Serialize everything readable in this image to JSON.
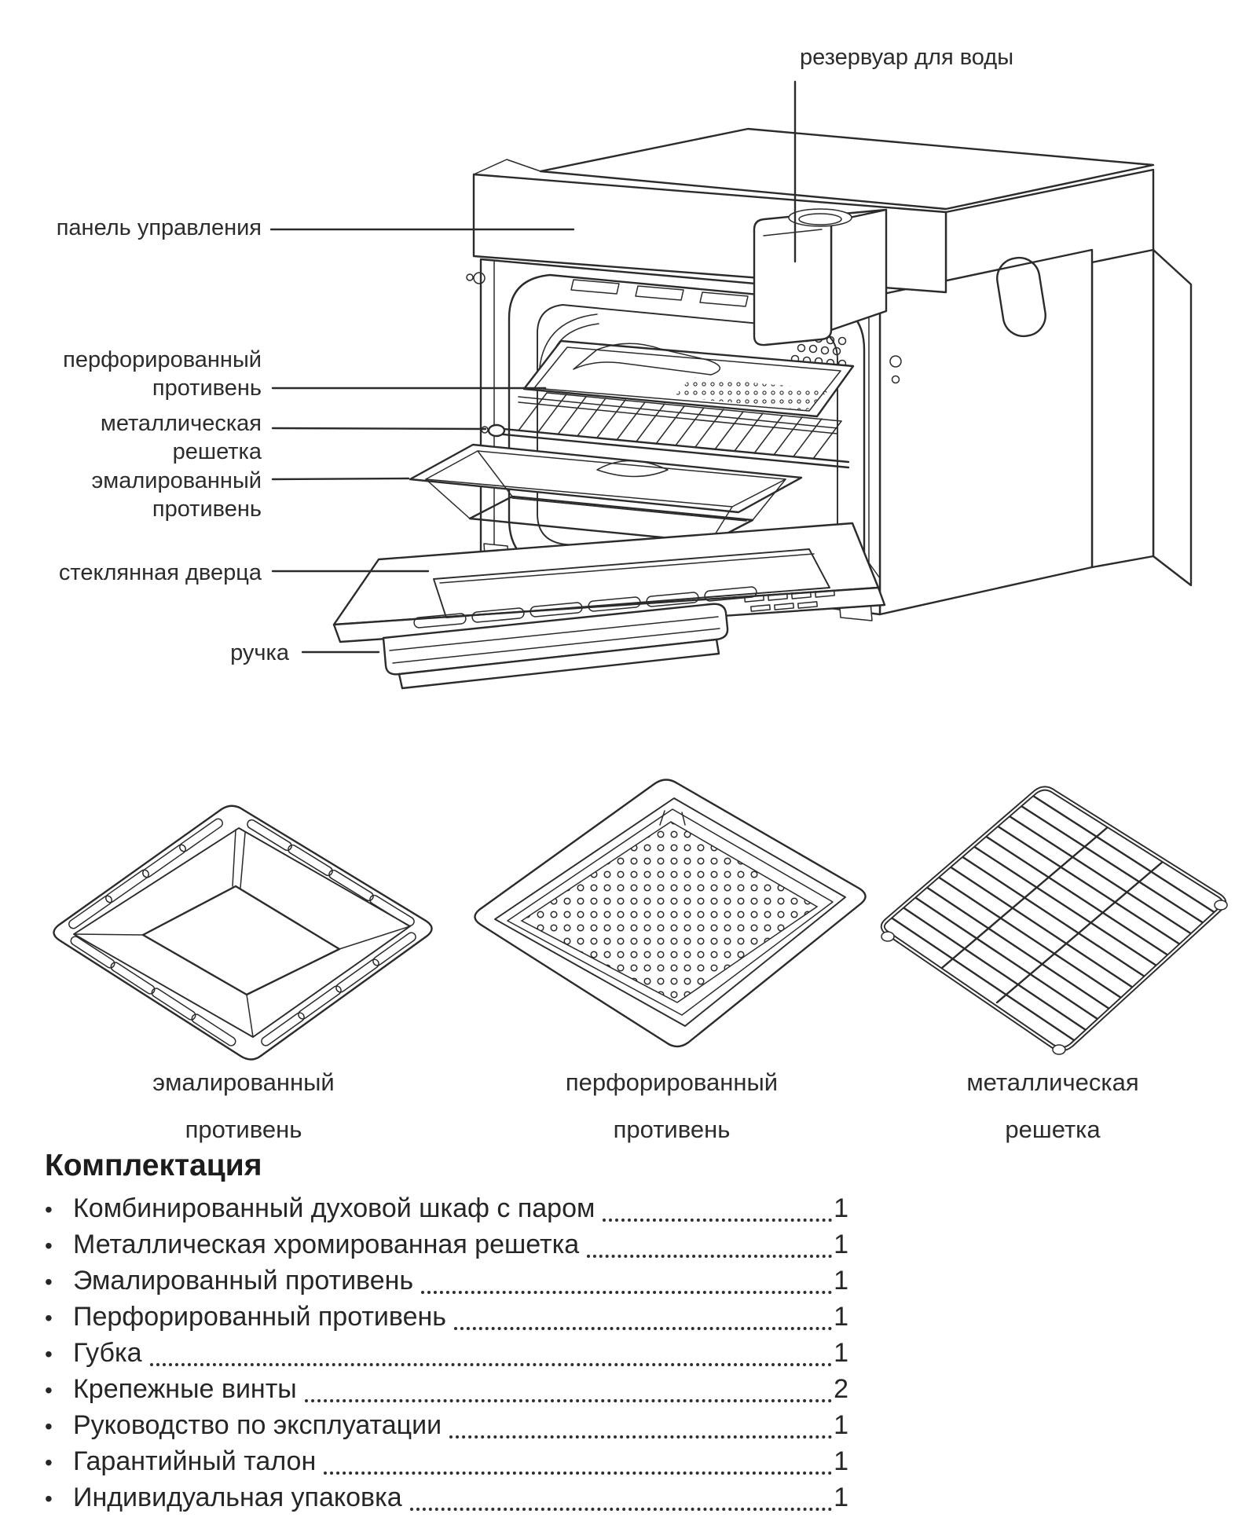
{
  "page": {
    "background": "#ffffff",
    "line_color": "#2b2b2b",
    "text_color": "#262626"
  },
  "diagram": {
    "labels": {
      "water_tank": "резервуар для воды",
      "control_panel": "панель управления",
      "perforated_tray": [
        "перфорированный",
        "противень"
      ],
      "metal_rack": [
        "металлическая",
        "решетка"
      ],
      "enameled_tray": [
        "эмалированный",
        "противень"
      ],
      "glass_door": "стеклянная дверца",
      "handle": "ручка"
    }
  },
  "accessories": [
    {
      "caption": [
        "эмалированный",
        "противень"
      ]
    },
    {
      "caption": [
        "перфорированный",
        "противень"
      ]
    },
    {
      "caption": [
        "металлическая",
        "решетка"
      ]
    }
  ],
  "kit": {
    "title": "Комплектация",
    "bullet": "•",
    "items": [
      {
        "label": "Комбинированный духовой шкаф с паром",
        "qty": "1"
      },
      {
        "label": "Металлическая хромированная решетка",
        "qty": "1"
      },
      {
        "label": "Эмалированный противень",
        "qty": "1"
      },
      {
        "label": "Перфорированный противень",
        "qty": "1"
      },
      {
        "label": "Губка",
        "qty": "1"
      },
      {
        "label": "Крепежные винты",
        "qty": "2"
      },
      {
        "label": "Руководство по эксплуатации",
        "qty": "1"
      },
      {
        "label": "Гарантийный талон",
        "qty": "1"
      },
      {
        "label": "Индивидуальная упаковка",
        "qty": "1"
      }
    ]
  }
}
